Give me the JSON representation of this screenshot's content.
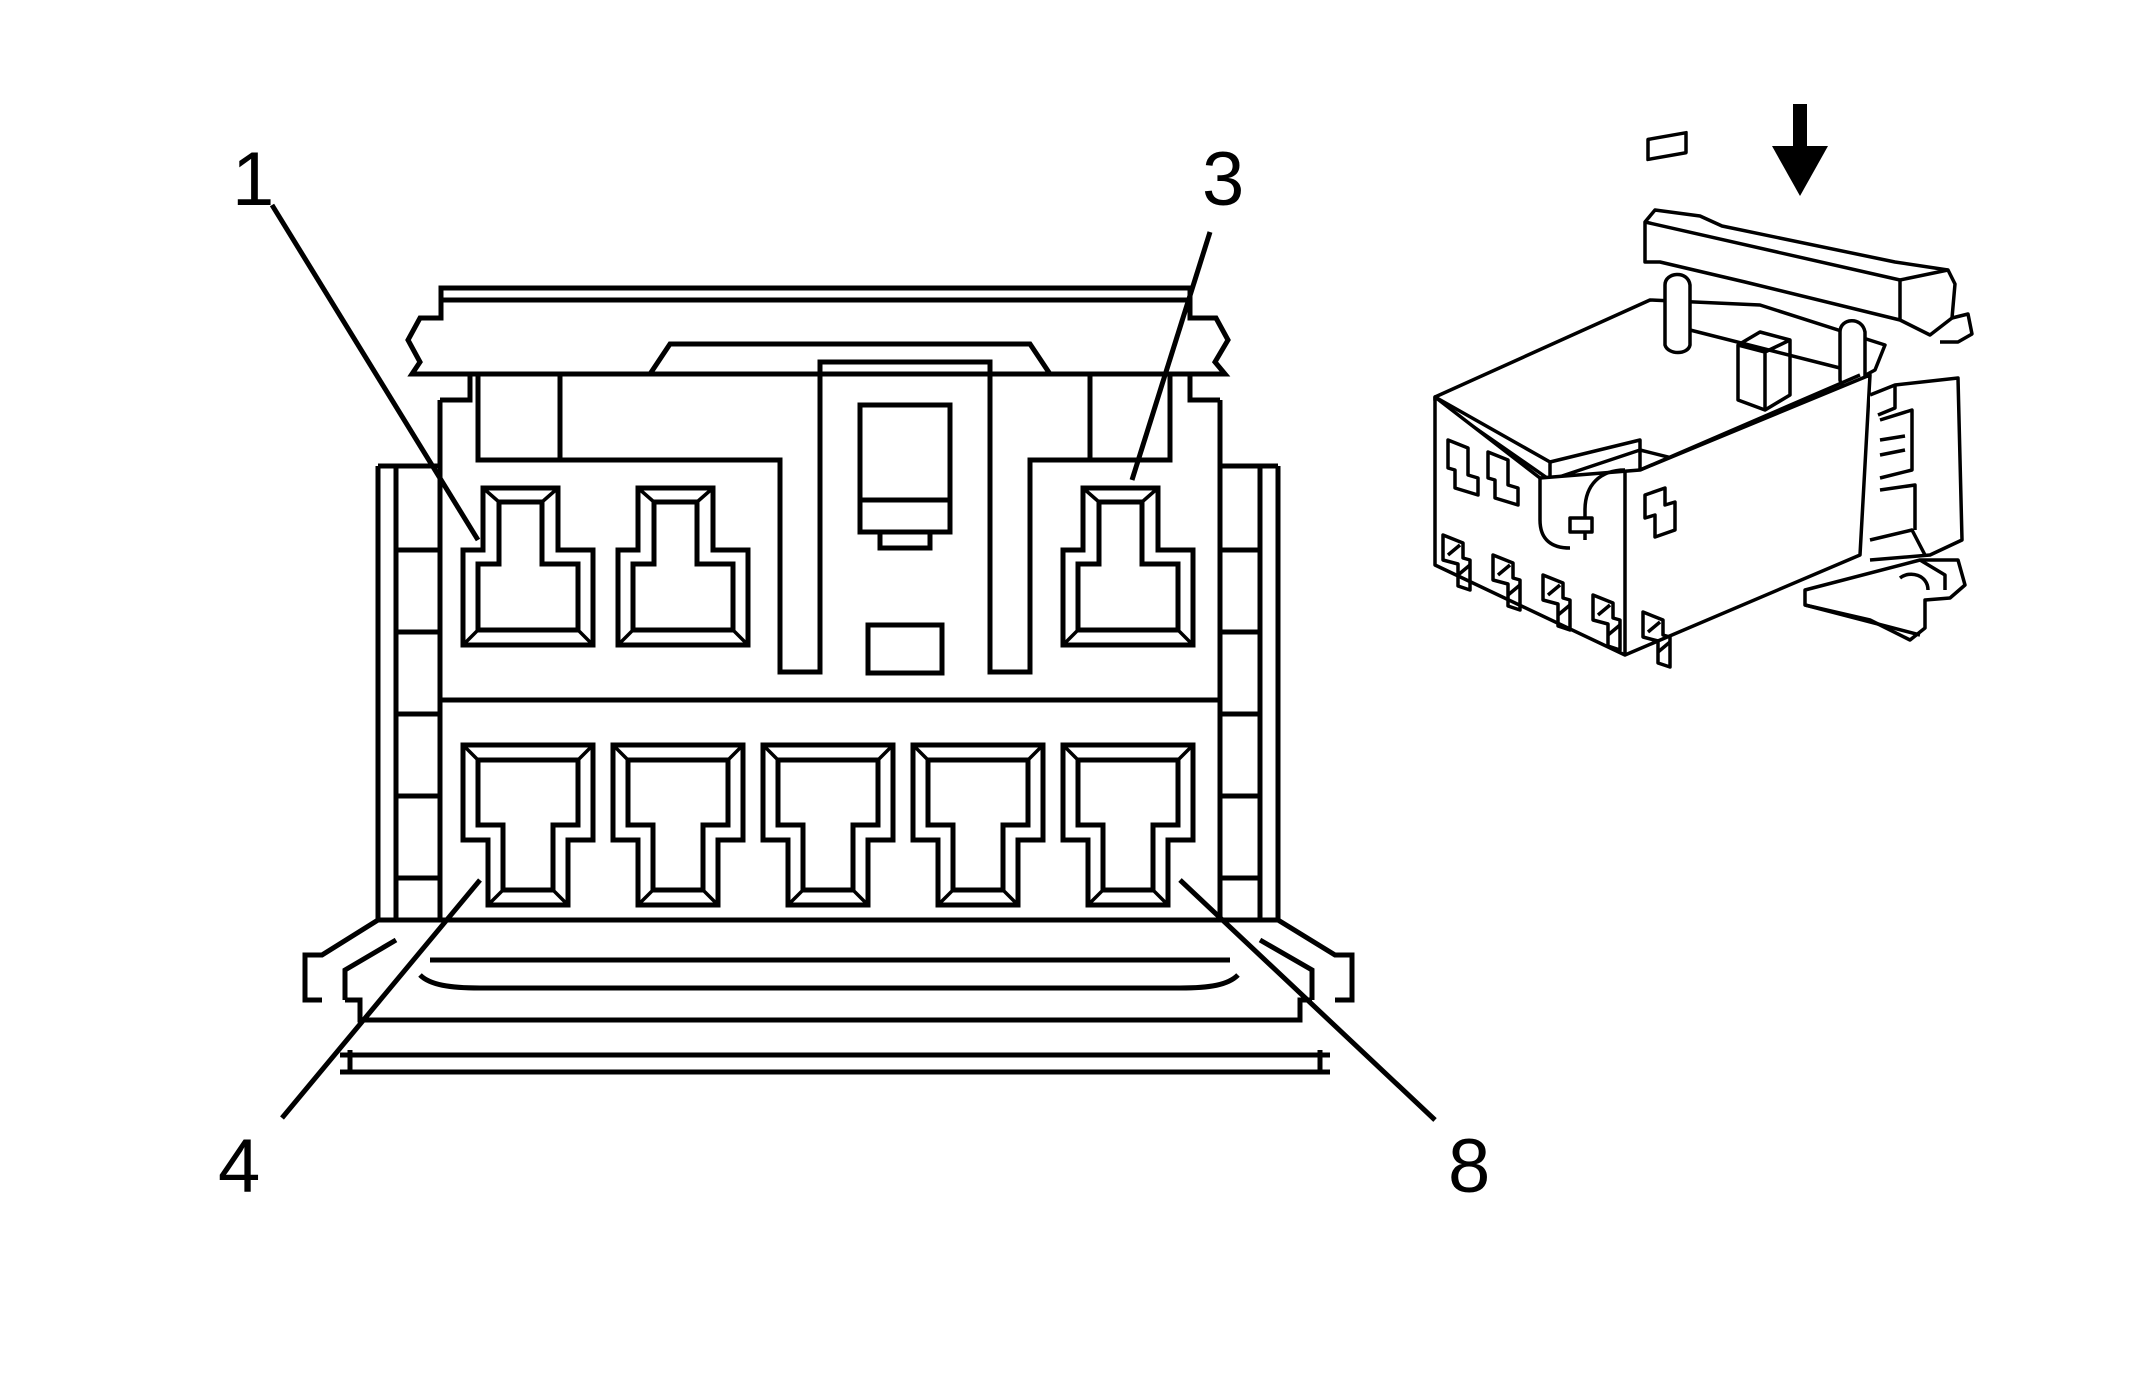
{
  "diagram": {
    "pin_labels": [
      {
        "id": "pin-1",
        "text": "1"
      },
      {
        "id": "pin-3",
        "text": "3"
      },
      {
        "id": "pin-4",
        "text": "4"
      },
      {
        "id": "pin-8",
        "text": "8"
      }
    ],
    "connector_cavities": {
      "top_row": 3,
      "bottom_row": 5
    },
    "view_arrow": "down-arrow-icon",
    "colors": {
      "line": "#000000",
      "background": "#ffffff"
    }
  }
}
